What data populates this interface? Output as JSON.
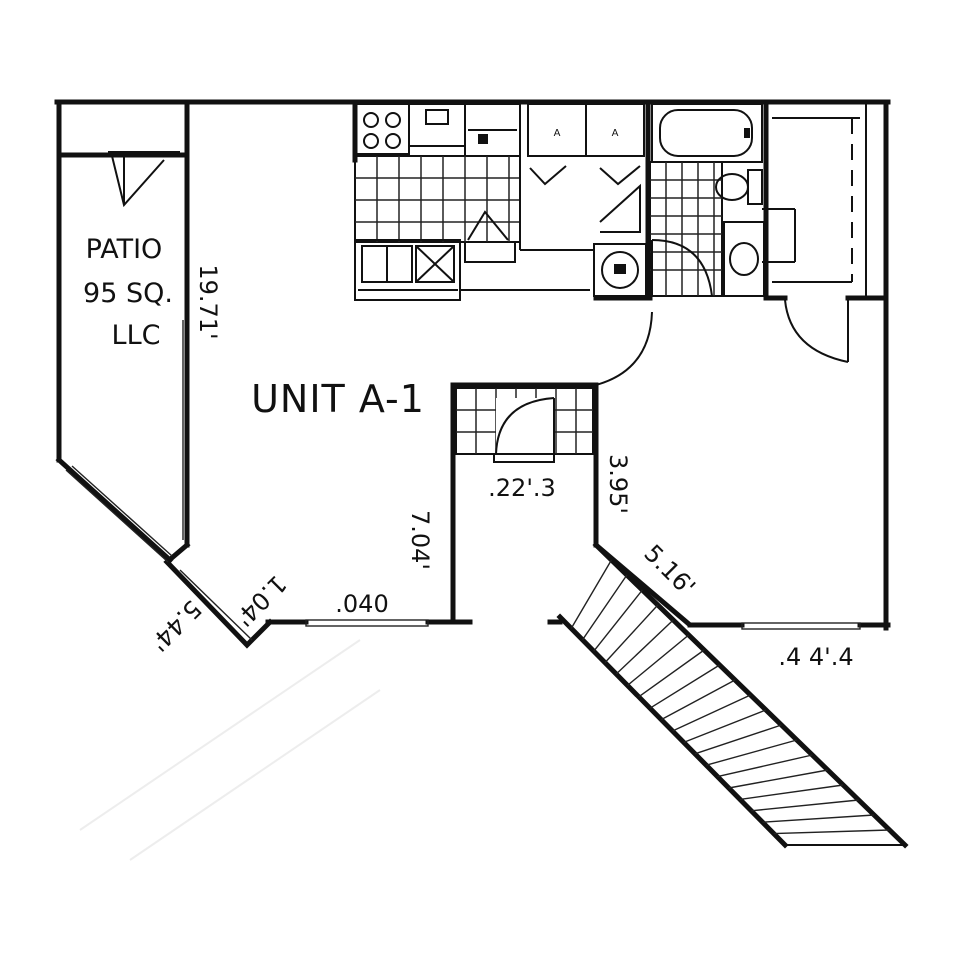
{
  "plan": {
    "unit_label": "UNIT A-1",
    "patio": {
      "line1": "PATIO",
      "line2": "95 SQ.",
      "line3": "LLC"
    },
    "dimensions": {
      "west_wall": "19.71'",
      "corner_diag": "1.04'",
      "patio_diag": "5.44'",
      "south_living": ".040",
      "entry_east": "7.04'",
      "hall_south": ".22'.3",
      "stair_wall": "3.95'",
      "stair_diag": "5.16'",
      "bedroom_south": ".4 4'.4"
    }
  }
}
